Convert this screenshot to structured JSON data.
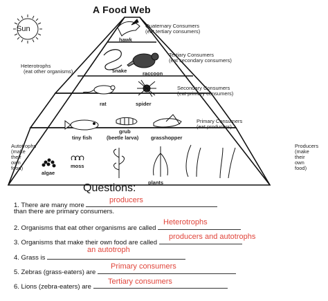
{
  "title": "A Food Web",
  "sun": "Sun",
  "levels": {
    "quaternary": {
      "title": "Quaternary Consumers",
      "sub": "(eat tertiary consumers)"
    },
    "tertiary": {
      "title": "Tertiary Consumers",
      "sub": "(eat secondary consumers)"
    },
    "secondary": {
      "title": "Secondary Consumers",
      "sub": "(eat primary consumers)"
    },
    "primary": {
      "title": "Primary Consumers",
      "sub": "(eat producers)"
    },
    "producers": {
      "title": "Producers",
      "sub1": "(make",
      "sub2": "their",
      "sub3": "own",
      "sub4": "food)"
    },
    "heterotrophs": {
      "title": "Heterotrophs",
      "sub": "(eat other organisms)"
    },
    "autotrophs": {
      "title": "Autotrophs",
      "sub1": "(make",
      "sub2": "their",
      "sub3": "own",
      "sub4": "food)"
    }
  },
  "organisms": {
    "hawk": "hawk",
    "snake": "snake",
    "raccoon": "raccoon",
    "rat": "rat",
    "spider": "spider",
    "grub": "grub",
    "beetle_larva": "(beetle larva)",
    "tiny_fish": "tiny fish",
    "grasshopper": "grasshopper",
    "moss": "moss",
    "algae": "algae",
    "plants": "plants"
  },
  "questions": {
    "heading": "Questions:",
    "q1a": "1. There are many more",
    "q1b": "than there are primary consumers.",
    "q2": "2. Organisms that eat other organisms are called",
    "q3": "3. Organisms that make their own food are called",
    "q4": "4. Grass is",
    "q5": "5. Zebras (grass-eaters) are",
    "q6": "6. Lions (zebra-eaters) are"
  },
  "answers": {
    "a1": "producers",
    "a2": "Heterotrophs",
    "a3": "producers and autotrophs",
    "a4": "an autotroph",
    "a5": "Primary consumers",
    "a6": "Tertiary consumers"
  },
  "colors": {
    "answer": "#e0443a",
    "ink": "#111111"
  }
}
